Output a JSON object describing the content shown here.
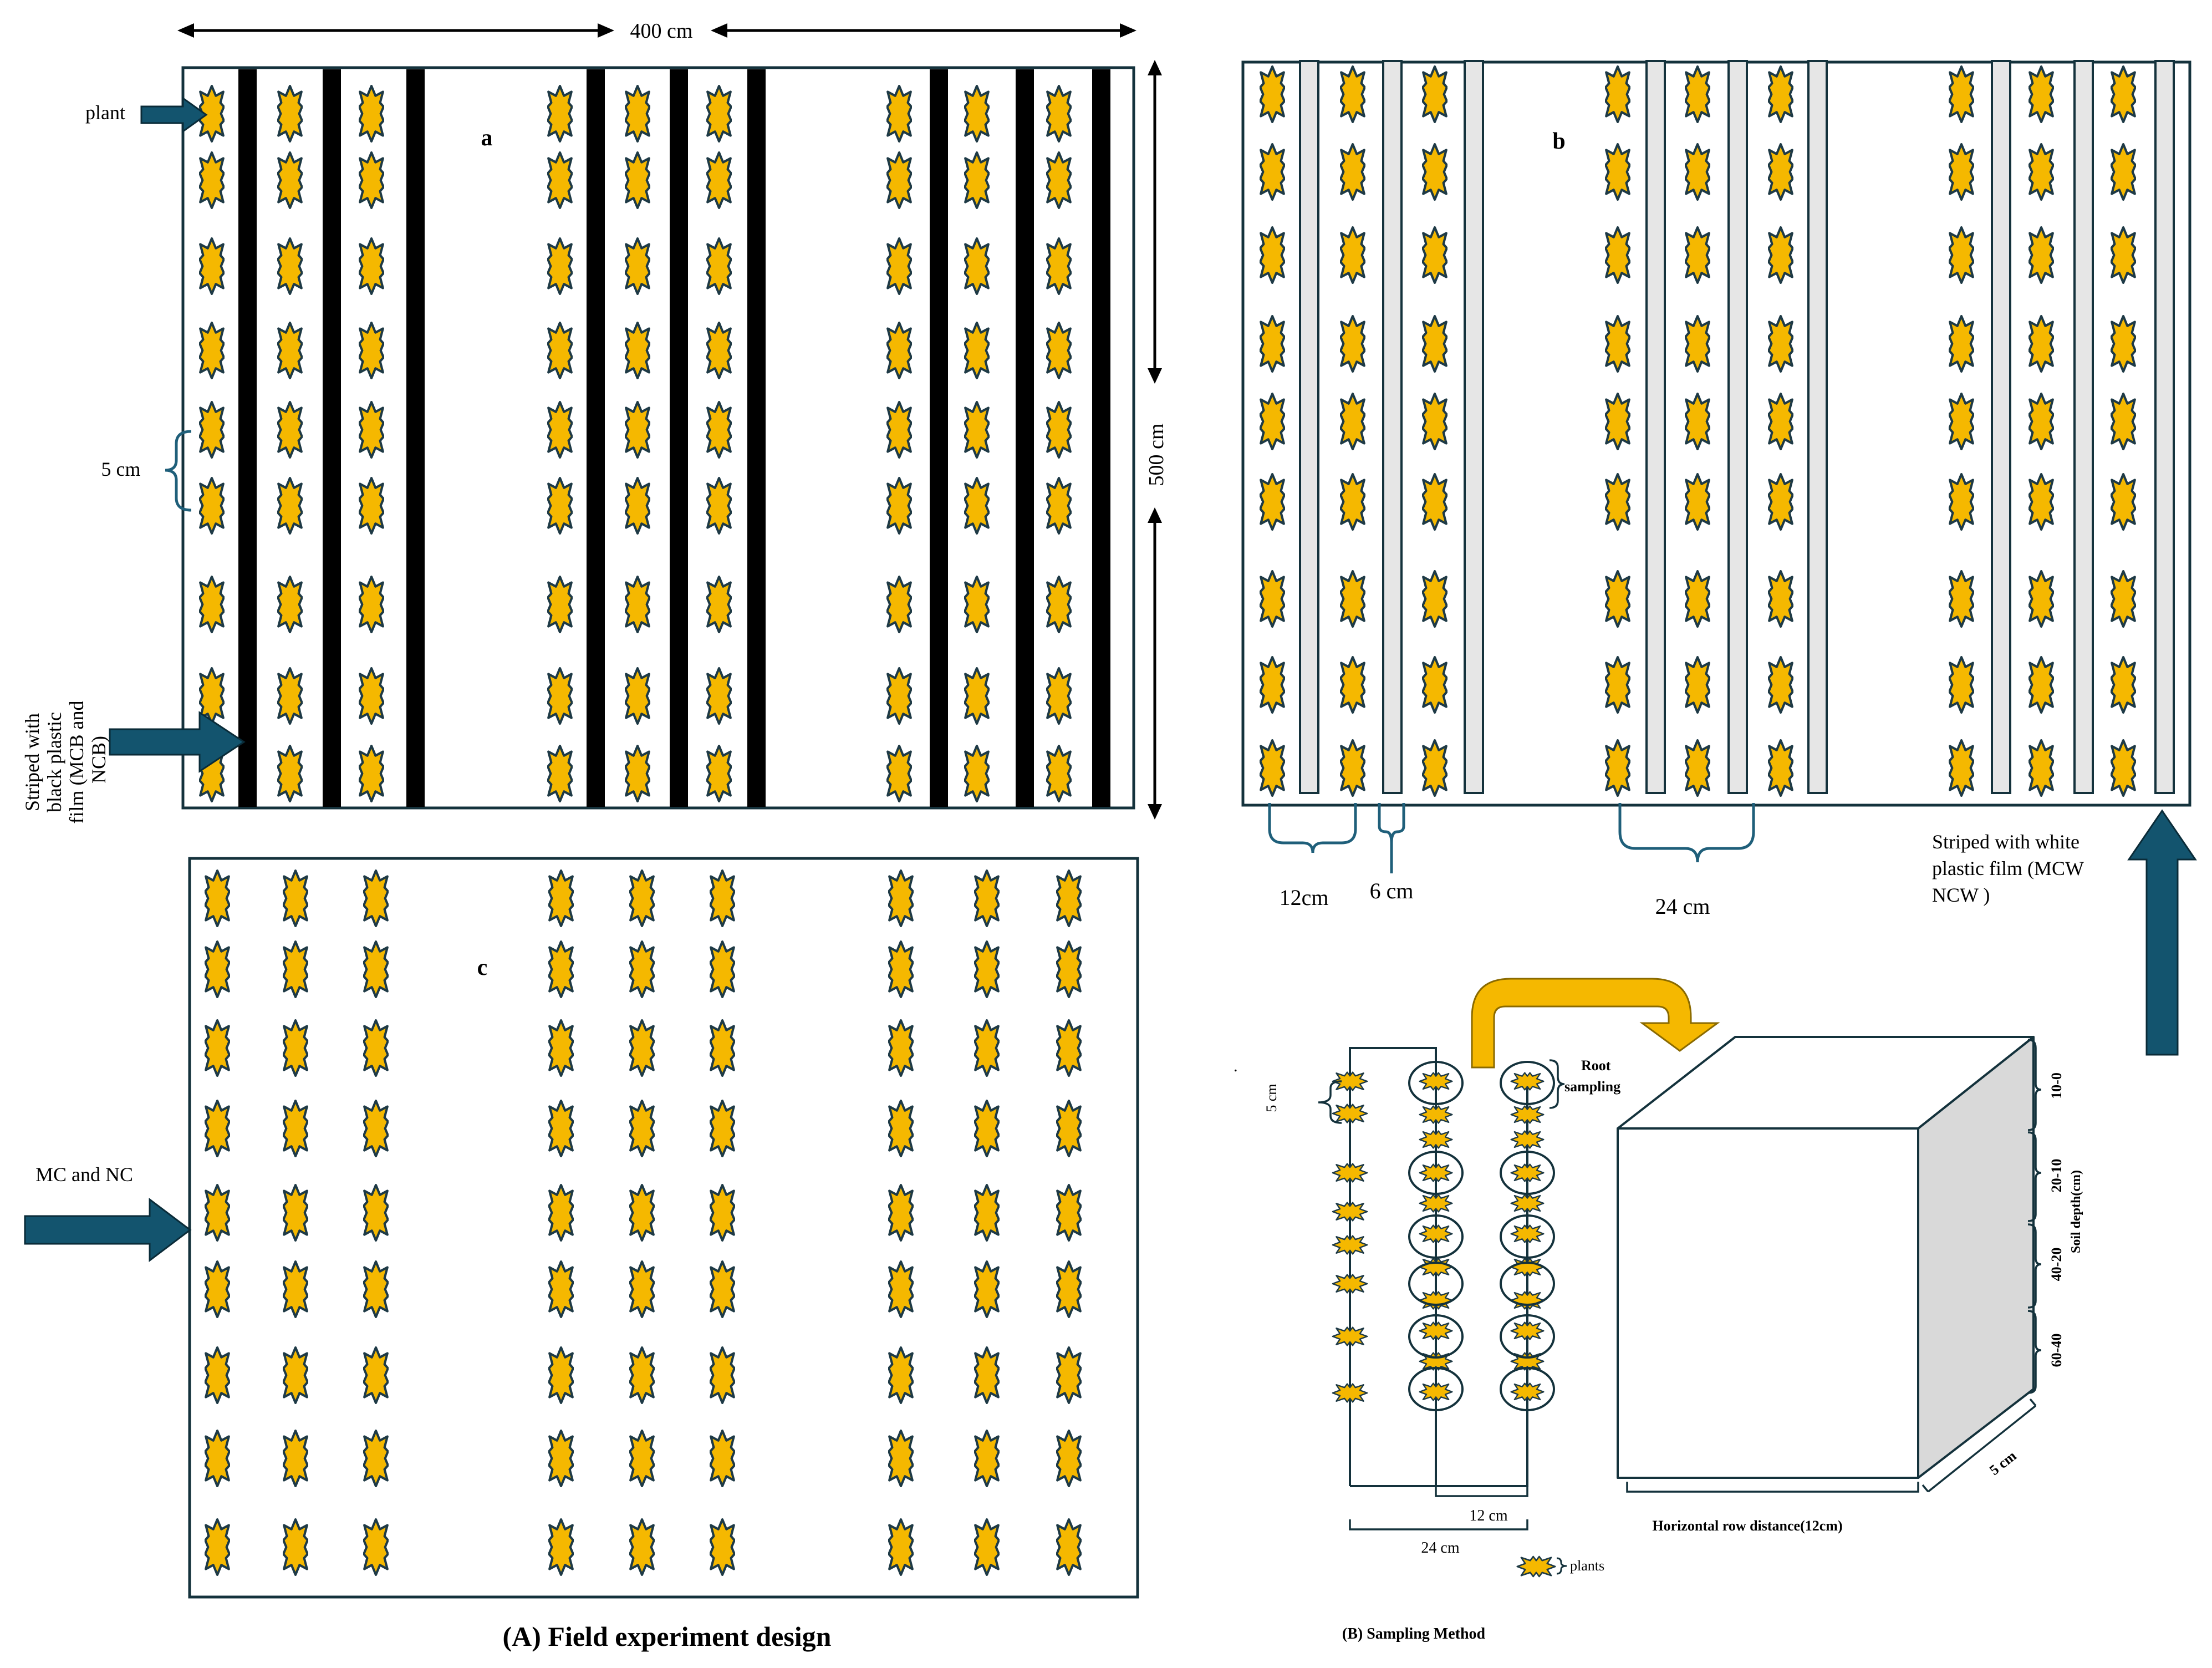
{
  "panel_a": {
    "label": "a",
    "width_label": "400 cm",
    "height_label": "500 cm",
    "spacing_label": "5 cm",
    "plant_label": "plant",
    "film_label_lines": [
      "Striped with",
      "black plastic",
      "film (MCB and",
      "NCB)"
    ]
  },
  "panel_b": {
    "label": "b",
    "gap_12": "12cm",
    "gap_6": "6 cm",
    "gap_24": "24 cm",
    "film_label_lines": [
      "Striped with white",
      "plastic film (MCW",
      "NCW )"
    ]
  },
  "panel_c": {
    "label": "c",
    "treatment_label": "MC and NC"
  },
  "caption_a": "(A) Field experiment design",
  "sampling": {
    "spacing_label": "5 cm",
    "root_label_lines": [
      "Root",
      "sampling"
    ],
    "gap_12": "12 cm",
    "gap_24": "24 cm",
    "legend_label": "plants",
    "depth_labels": [
      "10-0",
      "20-10",
      "40-20",
      "60-40"
    ],
    "depth_axis": "Soil depth(cm)",
    "width_label": "Horizontal row distance(12cm)",
    "side_label": "5 cm",
    "dot": "."
  },
  "caption_b": "(B) Sampling Method",
  "colors": {
    "plant_fill": "#F5B800",
    "plant_stroke": "#1E3A46",
    "arrow": "#13546E",
    "film_black": "#000000",
    "film_white": "#E6E6E6",
    "bracket": "#1F5F7A",
    "cube_side": "#D9D9D9",
    "sampling_arrow": "#F5B800"
  }
}
